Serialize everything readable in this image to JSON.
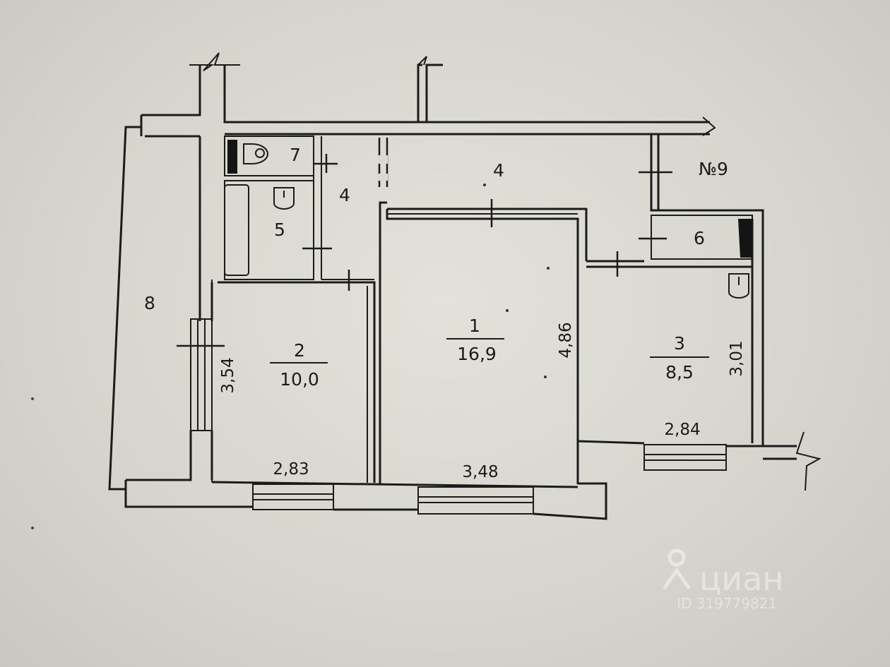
{
  "plan": {
    "apartment_label": "№9",
    "rooms": [
      {
        "number": "1",
        "area": "16,9"
      },
      {
        "number": "2",
        "area": "10,0"
      },
      {
        "number": "3",
        "area": "8,5"
      },
      {
        "number": "4"
      },
      {
        "number": "4"
      },
      {
        "number": "5"
      },
      {
        "number": "6"
      },
      {
        "number": "7"
      },
      {
        "number": "8"
      }
    ],
    "dimensions": {
      "room1_height": "4,86",
      "room1_width": "3,48",
      "room2_height": "3,54",
      "room2_width": "2,83",
      "room3_height": "3,01",
      "room3_width": "2,84"
    }
  },
  "watermark": {
    "brand": "циан",
    "id_text": "ID 319779821"
  }
}
